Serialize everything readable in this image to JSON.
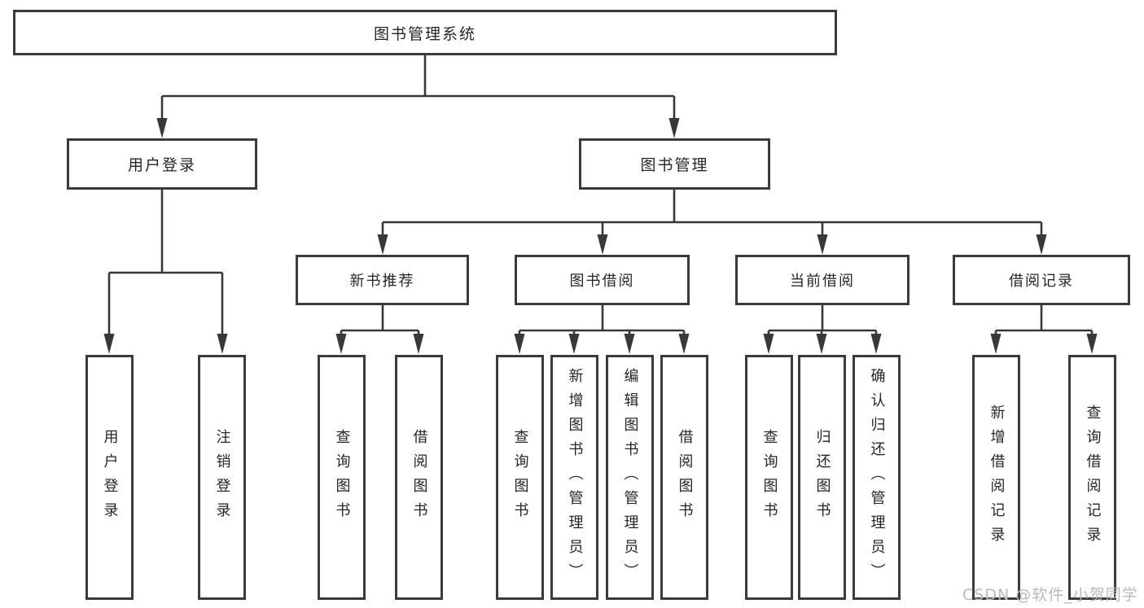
{
  "diagram": {
    "nodes": {
      "root": "图书管理系统",
      "user_login": "用户登录",
      "book_mgmt": "图书管理",
      "new_rec": "新书推荐",
      "book_borrow": "图书借阅",
      "current_borrow": "当前借阅",
      "borrow_records": "借阅记录",
      "leaf_user_login": "用户登录",
      "leaf_logout": "注销登录",
      "leaf_rec_query": "查询图书",
      "leaf_rec_borrow": "借阅图书",
      "leaf_bb_query": "查询图书",
      "leaf_bb_add": "新增图书（管理员）",
      "leaf_bb_edit": "编辑图书（管理员）",
      "leaf_bb_borrow": "借阅图书",
      "leaf_cb_query": "查询图书",
      "leaf_cb_return": "归还图书",
      "leaf_cb_confirm": "确认归还（管理员）",
      "leaf_br_add": "新增借阅记录",
      "leaf_br_query": "查询借阅记录"
    },
    "colors": {
      "line": "#383838",
      "text": "#262626",
      "watermark": "#b5b9c2",
      "background": "#ffffff"
    },
    "watermark": "CSDN @软件_小贺同学"
  }
}
